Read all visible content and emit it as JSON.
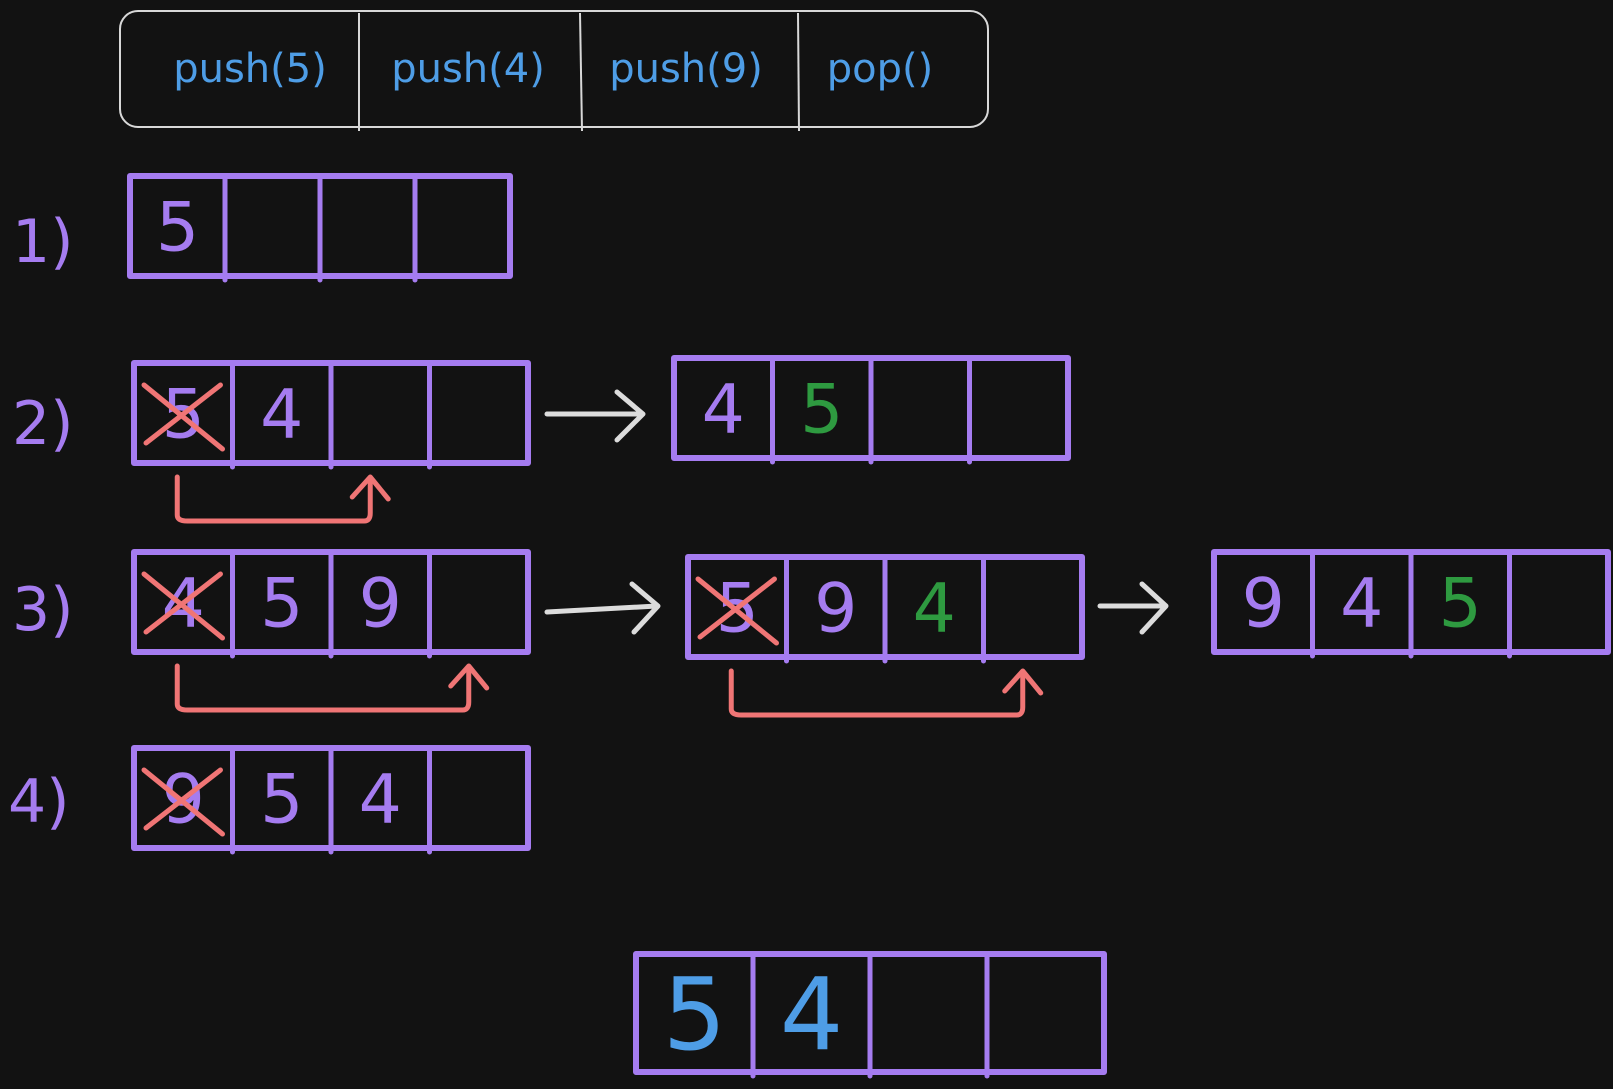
{
  "operations": [
    "push(5)",
    "push(4)",
    "push(9)",
    "pop()"
  ],
  "colors": {
    "background": "#121212",
    "stack_outline": "#a57cf0",
    "default_value": "#a57cf0",
    "moved_value": "#2e9a40",
    "operation_text": "#4e9de6",
    "cross_out": "#f07575",
    "transition_arrow": "#dcdcdc",
    "final_value": "#4e9de6"
  },
  "steps": [
    {
      "label": "1)",
      "states": [
        {
          "cells": [
            {
              "v": "5"
            },
            {
              "v": ""
            },
            {
              "v": ""
            },
            {
              "v": ""
            }
          ]
        }
      ]
    },
    {
      "label": "2)",
      "states": [
        {
          "cells": [
            {
              "v": "5",
              "crossed": true
            },
            {
              "v": "4"
            },
            {
              "v": ""
            },
            {
              "v": ""
            }
          ],
          "move_arrow": {
            "from": 0,
            "to": 2
          }
        },
        {
          "cells": [
            {
              "v": "4"
            },
            {
              "v": "5",
              "color": "moved"
            },
            {
              "v": ""
            },
            {
              "v": ""
            }
          ]
        }
      ]
    },
    {
      "label": "3)",
      "states": [
        {
          "cells": [
            {
              "v": "4",
              "crossed": true
            },
            {
              "v": "5"
            },
            {
              "v": "9"
            },
            {
              "v": ""
            }
          ],
          "move_arrow": {
            "from": 0,
            "to": 3
          }
        },
        {
          "cells": [
            {
              "v": "5",
              "crossed": true
            },
            {
              "v": "9"
            },
            {
              "v": "4",
              "color": "moved"
            },
            {
              "v": ""
            }
          ],
          "move_arrow": {
            "from": 0,
            "to": 3
          }
        },
        {
          "cells": [
            {
              "v": "9"
            },
            {
              "v": "4"
            },
            {
              "v": "5",
              "color": "moved"
            },
            {
              "v": ""
            }
          ]
        }
      ]
    },
    {
      "label": "4)",
      "states": [
        {
          "cells": [
            {
              "v": "9",
              "crossed": true
            },
            {
              "v": "5"
            },
            {
              "v": "4"
            },
            {
              "v": ""
            }
          ]
        }
      ]
    }
  ],
  "final_result": {
    "cells": [
      {
        "v": "5"
      },
      {
        "v": "4"
      },
      {
        "v": ""
      },
      {
        "v": ""
      }
    ]
  }
}
